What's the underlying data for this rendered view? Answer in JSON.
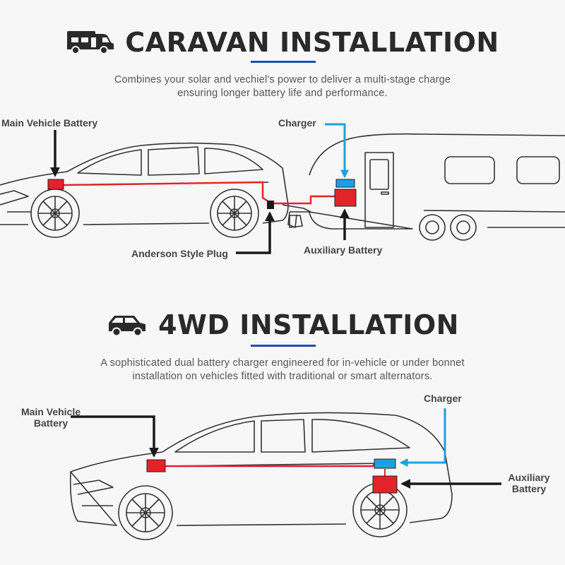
{
  "caravan": {
    "title": "CARAVAN INSTALLATION",
    "subtitle_line1": "Combines your solar and vechiel's power to deliver a multi-stage charge",
    "subtitle_line2": "ensuring longer battery life and performance.",
    "labels": {
      "main_battery": "Main Vehicle Battery",
      "charger": "Charger",
      "anderson_plug": "Anderson Style Plug",
      "aux_battery": "Auxiliary Battery"
    }
  },
  "fourwd": {
    "title": "4WD INSTALLATION",
    "subtitle_line1": "A sophisticated dual battery charger engineered for in-vehicle or under bonnet",
    "subtitle_line2": "installation on vehicles fitted with traditional or smart alternators.",
    "labels": {
      "main_battery_line1": "Main Vehicle",
      "main_battery_line2": "Battery",
      "charger": "Charger",
      "aux_battery_line1": "Auxiliary",
      "aux_battery_line2": "Battery"
    }
  },
  "colors": {
    "accent_blue": "#1d4fa8",
    "battery_red": "#e3232a",
    "charger_blue": "#1ea0e0",
    "arrow_black": "#1a1a1a",
    "line": "#333333"
  },
  "icons": {
    "caravan_heading": "motorhome-icon",
    "fourwd_heading": "suv-icon"
  }
}
